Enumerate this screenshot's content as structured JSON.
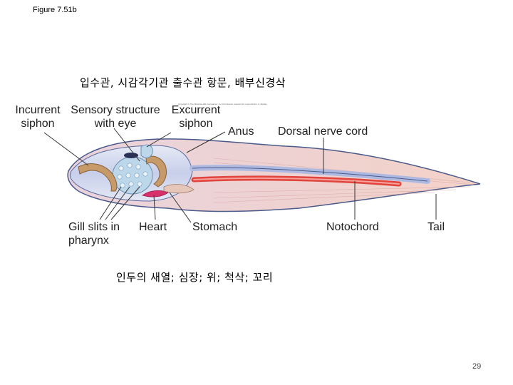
{
  "figure_title": "Figure 7.51b",
  "korean_top": "입수관, 시감각기관 출수관 항문, 배부신경삭",
  "korean_bottom": "인두의 새열; 심장; 위; 척삭; 꼬리",
  "copyright": "Copyright © The McGraw-Hill Companies, Inc. Permission required for reproduction or display.",
  "labels": {
    "incurrent_siphon": "Incurrent siphon",
    "sensory_structure": "Sensory structure with eye",
    "excurrent_siphon": "Excurrent siphon",
    "anus": "Anus",
    "dorsal_nerve_cord": "Dorsal nerve cord",
    "gill_slits": "Gill slits in pharynx",
    "heart": "Heart",
    "stomach": "Stomach",
    "notochord": "Notochord",
    "tail": "Tail"
  },
  "page_number": "29",
  "colors": {
    "body_outline": "#4a5a8a",
    "body_fill": "#d6dcef",
    "tail_fill": "#f1d3cf",
    "nerve_cord": "#b9c3e6",
    "notochord": "#e0443c",
    "siphon": "#c79a6a",
    "pharynx": "#bcd6ea",
    "heart": "#d8306a",
    "leader_line": "#333333"
  }
}
